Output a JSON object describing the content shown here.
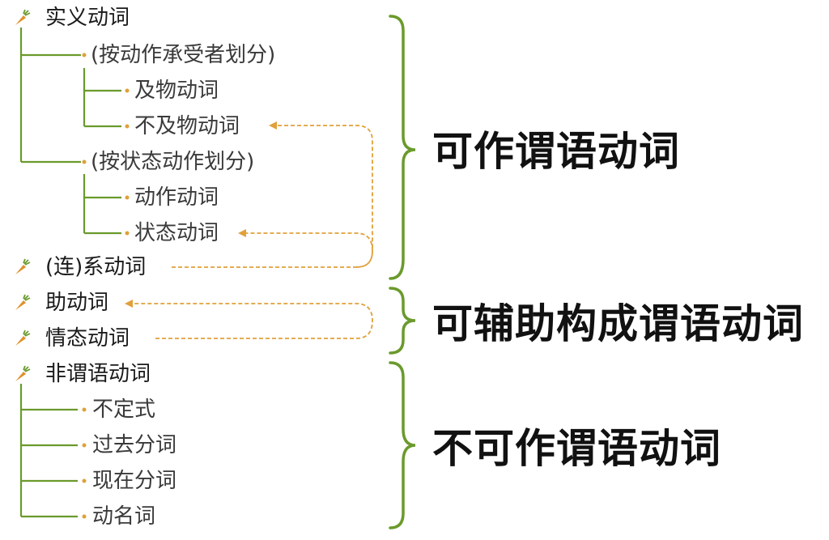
{
  "colors": {
    "tree": "#6a9a2c",
    "dash": "#e0a03a",
    "bullet": "#e0a03a"
  },
  "icon": "carrot-icon",
  "nodes": {
    "shiyi": "实义动词",
    "anchengshou": "(按动作承受者划分)",
    "jiwu": "及物动词",
    "bujiwu": "不及物动词",
    "anzhuangtai": "(按状态动作划分)",
    "dongzuo": "动作动词",
    "zhuangtai": "状态动词",
    "lianxi": "(连)系动词",
    "zhu": "助动词",
    "qingtai": "情态动词",
    "feiweiyu": "非谓语动词",
    "budingshi": "不定式",
    "guoqu": "过去分词",
    "xianzai": "现在分词",
    "dongming": "动名词"
  },
  "groups": {
    "g1": "可作谓语动词",
    "g2": "可辅助构成谓语动词",
    "g3": "不可作谓语动词"
  }
}
